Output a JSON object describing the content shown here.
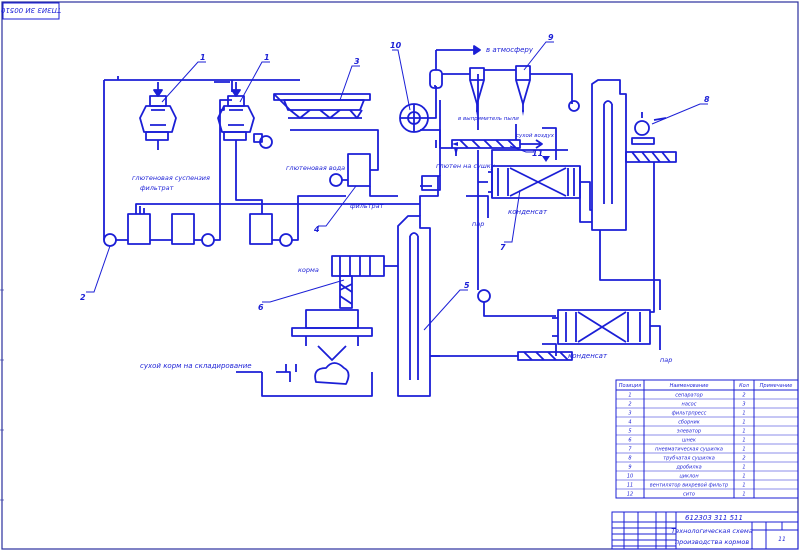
{
  "stamp_code": "ТПЗИЗ ЗИ 00510",
  "labels": {
    "atmosphere": "в атмосферу",
    "atmosphere_lower": "в выпрямитель пыли",
    "gluten_suspension": "глютеновая суспензия",
    "filtrate_top": "фильтрат",
    "gluten_water": "глютеновая вода",
    "filtrate_mid": "фильтрат",
    "gluten_drying": "глютен на сушку",
    "steam_top": "пар",
    "condensate_top": "конденсат",
    "dry_air": "сухой воздух",
    "condensate_bottom": "конденсат",
    "steam_bottom": "пар",
    "dry_gluten_storage": "сухой корм на складирование",
    "meal": "корма"
  },
  "callouts": [
    "1",
    "1",
    "2",
    "3",
    "4",
    "5",
    "6",
    "7",
    "8",
    "9",
    "10",
    "11"
  ],
  "table": {
    "headers": [
      "Позиция",
      "Наименование",
      "Кол",
      "Примечание"
    ],
    "rows": [
      [
        "1",
        "сепаратор",
        "2",
        ""
      ],
      [
        "2",
        "насос",
        "3",
        ""
      ],
      [
        "3",
        "фильтрпресс",
        "1",
        ""
      ],
      [
        "4",
        "сборник",
        "1",
        ""
      ],
      [
        "5",
        "элеватор",
        "1",
        ""
      ],
      [
        "6",
        "шнек",
        "1",
        ""
      ],
      [
        "7",
        "пневматическая сушилка",
        "1",
        ""
      ],
      [
        "8",
        "трубчатая сушилка",
        "2",
        ""
      ],
      [
        "9",
        "дробилка",
        "1",
        ""
      ],
      [
        "10",
        "циклон",
        "1",
        ""
      ],
      [
        "11",
        "вентилятор вихревой фильтр",
        "1",
        ""
      ],
      [
        "12",
        "сито",
        "1",
        ""
      ]
    ]
  },
  "title_block": {
    "doc_code": "612303 311 511",
    "title_line1": "Технологическая схема",
    "title_line2": "производства кормов",
    "sheet": "11"
  }
}
